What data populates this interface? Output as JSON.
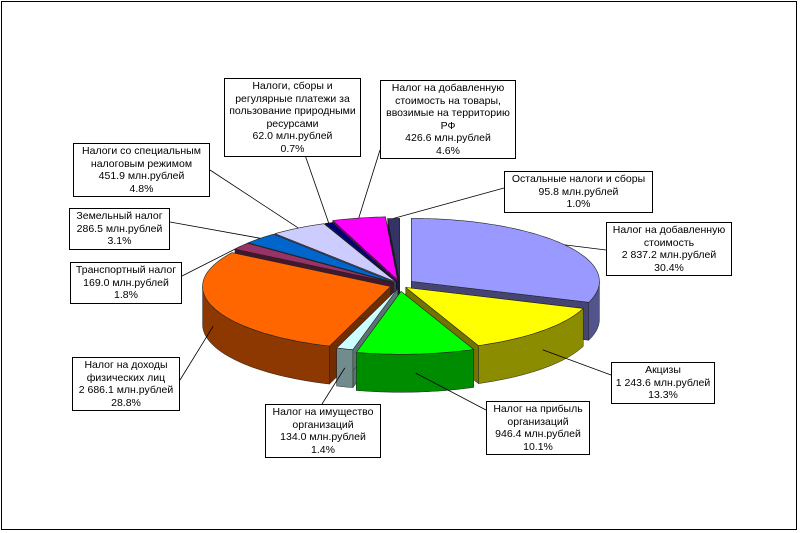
{
  "chart_data": {
    "type": "pie",
    "style": "3d-exploded",
    "unit": "млн.рублей",
    "slices": [
      {
        "name": "Налог на добавленную стоимость",
        "value": 2837.2,
        "value_label": "2 837.2 млн.рублей",
        "percent": "30.4%",
        "color": "#9999FF"
      },
      {
        "name": "Акцизы",
        "value": 1243.6,
        "value_label": "1 243.6 млн.рублей",
        "percent": "13.3%",
        "color": "#FFFF00"
      },
      {
        "name": "Налог на прибыль организаций",
        "value": 946.4,
        "value_label": "946.4 млн.рублей",
        "percent": "10.1%",
        "color": "#00FF00"
      },
      {
        "name": "Налог на имущество организаций",
        "value": 134.0,
        "value_label": "134.0 млн.рублей",
        "percent": "1.4%",
        "color": "#CCFFFF"
      },
      {
        "name": "Налог на доходы физических лиц",
        "value": 2686.1,
        "value_label": "2 686.1 млн.рублей",
        "percent": "28.8%",
        "color": "#FF6600"
      },
      {
        "name": "Транспортный налог",
        "value": 169.0,
        "value_label": "169.0 млн.рублей",
        "percent": "1.8%",
        "color": "#993366"
      },
      {
        "name": "Земельный налог",
        "value": 286.5,
        "value_label": "286.5 млн.рублей",
        "percent": "3.1%",
        "color": "#0066CC"
      },
      {
        "name": "Налоги со специальным налоговым режимом",
        "value": 451.9,
        "value_label": "451.9 млн.рублей",
        "percent": "4.8%",
        "color": "#CCCCFF"
      },
      {
        "name": "Налоги, сборы и регулярные платежи за пользование природными ресурсами",
        "value": 62.0,
        "value_label": "62.0 млн.рублей",
        "percent": "0.7%",
        "color": "#000080"
      },
      {
        "name": "Налог на добавленную стоимость на товары, ввозимые на территорию РФ",
        "value": 426.6,
        "value_label": "426.6 млн.рублей",
        "percent": "4.6%",
        "color": "#FF00FF"
      },
      {
        "name": "Остальные налоги и сборы",
        "value": 95.8,
        "value_label": "95.8 млн.рублей",
        "percent": "1.0%",
        "color": "#333366"
      }
    ]
  },
  "labels": [
    {
      "l1": "Налог на добавленную\nстоимость",
      "l2": "2 837.2 млн.рублей",
      "l3": "30.4%"
    },
    {
      "l1": "Акцизы",
      "l2": "1 243.6 млн.рублей",
      "l3": "13.3%"
    },
    {
      "l1": "Налог на прибыль\nорганизаций",
      "l2": "946.4 млн.рублей",
      "l3": "10.1%"
    },
    {
      "l1": "Налог на имущество\nорганизаций",
      "l2": "134.0 млн.рублей",
      "l3": "1.4%"
    },
    {
      "l1": "Налог на доходы\nфизических лиц",
      "l2": "2 686.1 млн.рублей",
      "l3": "28.8%"
    },
    {
      "l1": "Транспортный налог",
      "l2": "169.0 млн.рублей",
      "l3": "1.8%"
    },
    {
      "l1": "Земельный налог",
      "l2": "286.5 млн.рублей",
      "l3": "3.1%"
    },
    {
      "l1": "Налоги со специальным\nналоговым режимом",
      "l2": "451.9 млн.рублей",
      "l3": "4.8%"
    },
    {
      "l1": "Налоги, сборы и\nрегулярные платежи за\nпользование природными\nресурсами",
      "l2": "62.0 млн.рублей",
      "l3": "0.7%"
    },
    {
      "l1": "Налог на добавленную\nстоимость на товары,\nввозимые на территорию\nРФ",
      "l2": "426.6 млн.рублей",
      "l3": "4.6%"
    },
    {
      "l1": "Остальные налоги и сборы",
      "l2": "95.8 млн.рублей",
      "l3": "1.0%"
    }
  ]
}
